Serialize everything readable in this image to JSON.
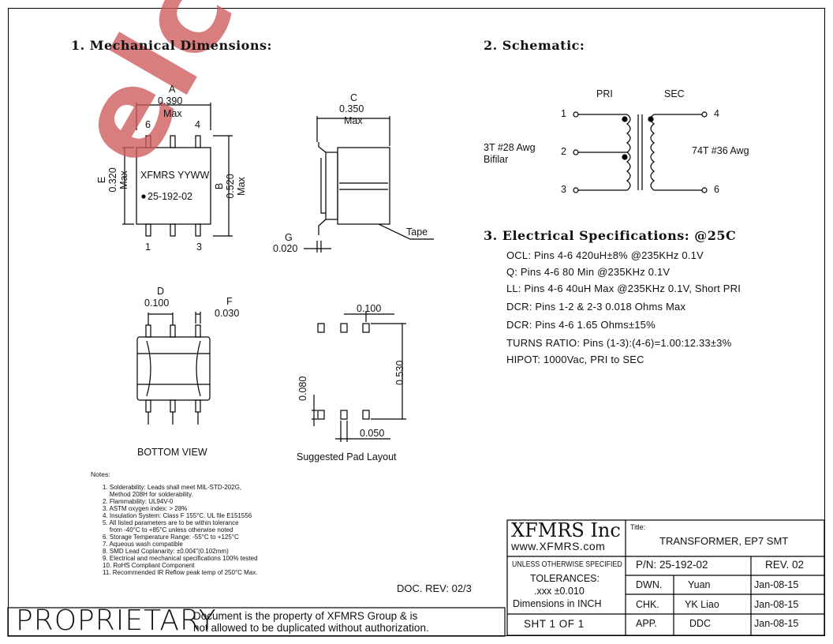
{
  "sections": {
    "mechanical": "1. Mechanical Dimensions:",
    "schematic": "2. Schematic:",
    "electrical": "3. Electrical Specifications: @25C"
  },
  "mechanical": {
    "dim_a": "A",
    "dim_a_value": "0.390",
    "dim_a_max": "Max",
    "pin6": "6",
    "pin4": "4",
    "pin1": "1",
    "pin3": "3",
    "marking1": "XFMRS YYWW",
    "marking2": "25-192-02",
    "dim_e": "E",
    "dim_e_value": "0.320",
    "dim_e_max": "Max",
    "dim_b": "B",
    "dim_b_value": "0.520",
    "dim_b_max": "Max",
    "dim_c": "C",
    "dim_c_value": "0.350",
    "dim_c_max": "Max",
    "tape_label": "Tape",
    "dim_g": "G",
    "dim_g_value": "0.020",
    "dim_d": "D",
    "dim_d_value": "0.100",
    "dim_f": "F",
    "dim_f_value": "0.030",
    "bottom_view": "BOTTOM VIEW",
    "pad_0100": "0.100",
    "pad_0530": "0.530",
    "pad_0080": "0.080",
    "pad_0050": "0.050",
    "pad_layout": "Suggested Pad Layout"
  },
  "schematic": {
    "pri": "PRI",
    "sec": "SEC",
    "pin1": "1",
    "pin2": "2",
    "pin3": "3",
    "pin4": "4",
    "pin6": "6",
    "pri_wire1": "3T #28 Awg",
    "pri_wire2": "Bifilar",
    "sec_wire": "74T #36 Awg"
  },
  "electrical": [
    "OCL: Pins 4-6 420uH±8% @235KHz 0.1V",
    "Q: Pins 4-6 80 Min @235KHz 0.1V",
    "LL: Pins 4-6 40uH Max @235KHz 0.1V, Short PRI",
    "DCR: Pins 1-2 & 2-3 0.018 Ohms Max",
    "DCR: Pins 4-6 1.65 Ohms±15%",
    "TURNS RATIO: Pins (1-3):(4-6)=1.00:12.33±3%",
    "HIPOT: 1000Vac, PRI to SEC"
  ],
  "notes_title": "Notes:",
  "notes": [
    "1. Solderability: Leads shall meet MIL-STD-202G,",
    "    Method 208H for solderability.",
    "2. Flammability: UL94V-0",
    "3. ASTM oxygen index: > 28%",
    "4. Insulation System: Class F 155°C. UL file E151556",
    "5. All listed parameters are to be within tolerance",
    "    from -40°C to +85°C unless otherwise noted",
    "6. Storage Temperature Range: -55°C to +125°C",
    "7. Aqueous wash compatible",
    "8. SMD Lead Coplanarity: ±0.004\"(0.102mm)",
    "9. Electrical and mechanical specifications 100% tested",
    "10. RoHS Compliant Component",
    "11. Recommended IR Reflow peak temp of 250°C Max."
  ],
  "doc_rev": "DOC. REV: 02/3",
  "proprietary": {
    "word": "PROPRIETARY",
    "line1": "Document is the property of XFMRS Group & is",
    "line2": "not allowed to be duplicated without authorization."
  },
  "title_block": {
    "company": "XFMRS Inc",
    "website": "www.XFMRS.com",
    "title_label": "Title:",
    "title": "TRANSFORMER, EP7 SMT",
    "tol_header": "UNLESS OTHERWISE SPECIFIED",
    "tol_label": "TOLERANCES:",
    "tol_value": ".xxx ±0.010",
    "tol_units": "Dimensions in INCH",
    "pn": "P/N: 25-192-02",
    "rev": "REV. 02",
    "dwn_label": "DWN.",
    "dwn_name": "Yuan",
    "dwn_date": "Jan-08-15",
    "chk_label": "CHK.",
    "chk_name": "YK Liao",
    "chk_date": "Jan-08-15",
    "app_label": "APP.",
    "app_name": "DDC",
    "app_date": "Jan-08-15",
    "sheet": "SHT 1 OF 1"
  },
  "watermark": "elcsioog.com",
  "colors": {
    "watermark": "#cd5a5a",
    "ink": "#111111"
  }
}
